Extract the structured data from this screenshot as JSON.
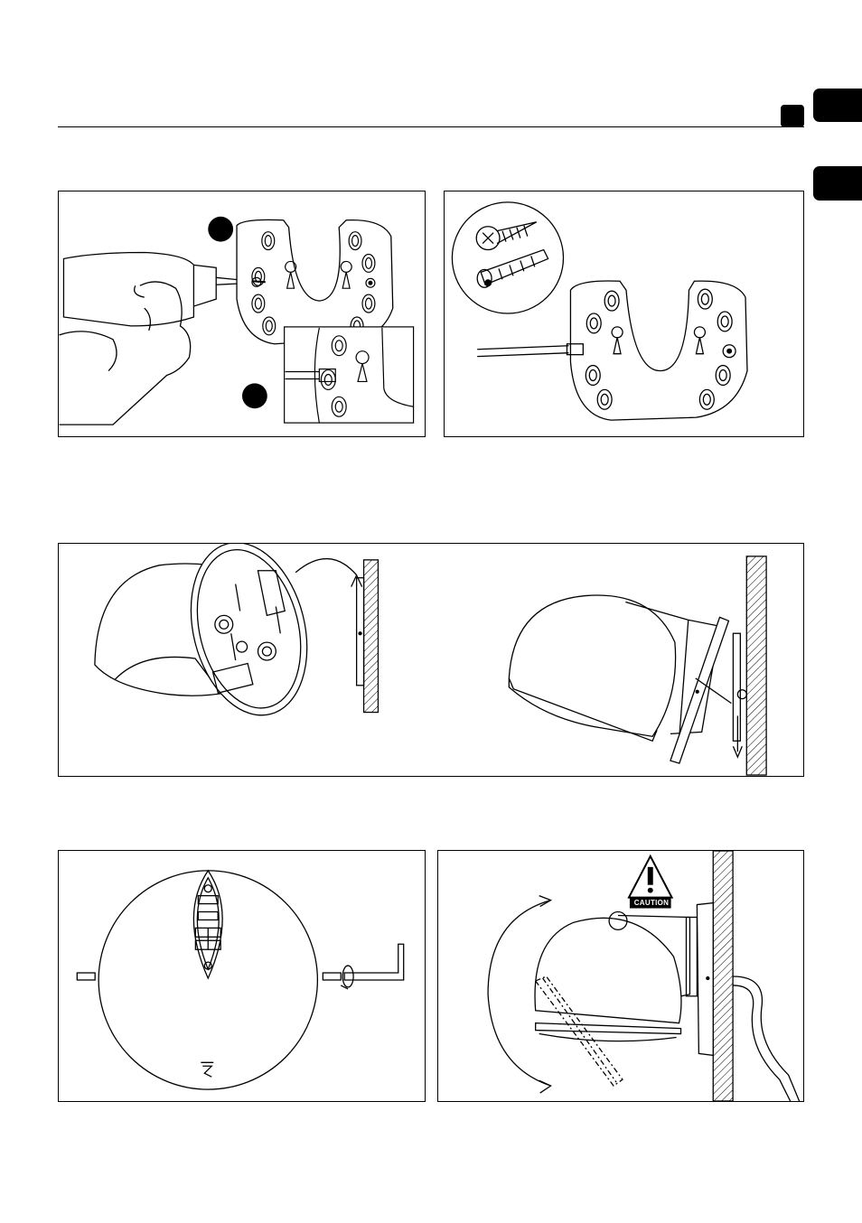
{
  "header": {
    "page_marker_icon": "square-marker",
    "side_tab_icons": [
      "black-tab",
      "black-tab"
    ]
  },
  "figures": {
    "drill_mounting": {
      "step_markers": [
        "filled-circle",
        "filled-circle"
      ]
    },
    "screw_and_anchor": {
      "icons": [
        "screw-icon",
        "wall-anchor-icon",
        "screwdriver-icon"
      ]
    },
    "hang_on_plate": {
      "icons": [
        "rotation-arrow-icon",
        "down-arrow-icon"
      ]
    },
    "hex_key_fixing": {
      "icons": [
        "hex-key-icon",
        "rotation-arrow-icon"
      ]
    },
    "tilt_adjust": {
      "caution_text": "CAUTION",
      "icons": [
        "warning-triangle-icon",
        "tilt-arc-arrow-icon"
      ]
    }
  },
  "colors": {
    "ink": "#000000",
    "paper": "#ffffff",
    "hatch": "#000000"
  }
}
